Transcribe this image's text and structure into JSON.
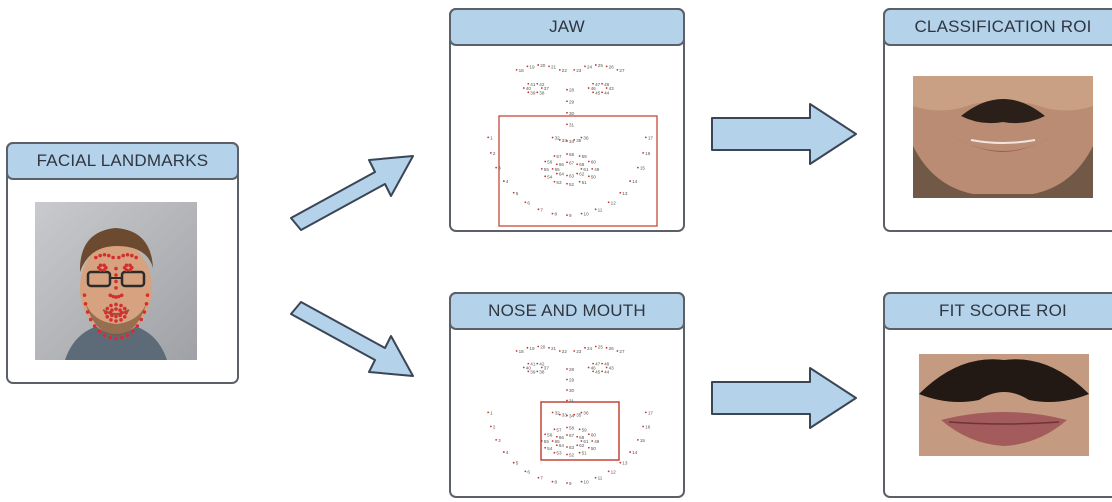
{
  "nodes": {
    "facial_landmarks": {
      "title": "FACIAL LANDMARKS"
    },
    "jaw": {
      "title": "JAW"
    },
    "classification_roi": {
      "title": "CLASSIFICATION  ROI"
    },
    "nose_mouth": {
      "title": "NOSE AND MOUTH"
    },
    "fit_score_roi": {
      "title": "FIT SCORE ROI"
    }
  },
  "landmark_labels": [
    "1",
    "2",
    "3",
    "4",
    "5",
    "6",
    "7",
    "8",
    "9",
    "10",
    "11",
    "12",
    "13",
    "14",
    "15",
    "16",
    "17",
    "18",
    "19",
    "20",
    "21",
    "22",
    "23",
    "24",
    "25",
    "26",
    "27",
    "28",
    "29",
    "30",
    "31",
    "32",
    "33",
    "34",
    "35",
    "36",
    "37",
    "38",
    "39",
    "40",
    "41",
    "42",
    "43",
    "44",
    "45",
    "46",
    "47",
    "48",
    "49",
    "50",
    "51",
    "52",
    "53",
    "54",
    "55",
    "56",
    "57",
    "58",
    "59",
    "60",
    "61",
    "62",
    "63",
    "64",
    "65",
    "66",
    "67",
    "68"
  ],
  "colors": {
    "header_fill": "#b4d2ea",
    "border": "#5c6068",
    "arrow_fill": "#b4d2ea",
    "landmark_dot": "#d32f2f",
    "roi_box": "#c0392b"
  },
  "icons": [
    "arrow-right-icon",
    "arrow-up-right-icon",
    "arrow-down-right-icon"
  ]
}
